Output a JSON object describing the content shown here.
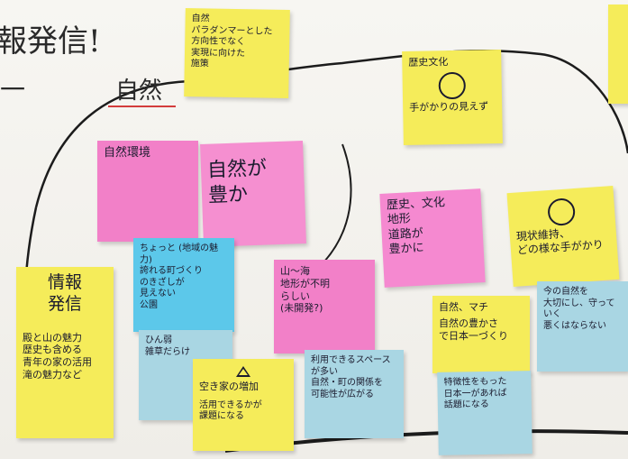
{
  "colors": {
    "yellow": "#f5ec5a",
    "pink": "#f280c8",
    "blue": "#5cc8ea",
    "lightblue": "#a9d6e3",
    "ink": "#1b1b2e"
  },
  "headings": {
    "top_left": "報発信!",
    "top_left_2": "一",
    "nature_label": "自然"
  },
  "notes": {
    "nature_top": "自然\nパラダンマーとした\n方向性でなく\n実現に向けた\n施策",
    "history_culture": "歴史文化",
    "history_culture_sub": "手がかりの見えず",
    "nature_environment": "自然環境",
    "nature_rich": "自然が\n豊か",
    "history_terrain": "歴史、文化\n地形\n道路が\n豊かに",
    "maintain": "現状維持、\nどの様な手がかり",
    "proud_town": "ちょっと (地域の魅力)\n誇れる町づくり\nのきざしが\n見えない\n公園",
    "mountain_sea": "山〜海\n地形が不明\nらしい\n(未開発?)",
    "info": "情報\n発信",
    "info_sub": "殿と山の魅力\n歴史も含める\n青年の家の活用\n滝の魅力など",
    "weak_point": "ひん弱\n雑草だらけ",
    "vacant_house": "空き家の増加",
    "vacant_house_sub": "活用できるかが\n課題になる",
    "usable_space": "利用できるスペース\nが多い\n自然・町の関係を\n可能性が広がる",
    "nature_town": "自然、マチ",
    "nature_town_sub": "自然の豊かさ\nで日本一づくり",
    "current_nature": "今の自然を\n大切にし、守って\nいく\n悪くはならない",
    "feature": "特徴性をもった\n日本一があれば\n話題になる",
    "right_edge": "\n\n"
  }
}
